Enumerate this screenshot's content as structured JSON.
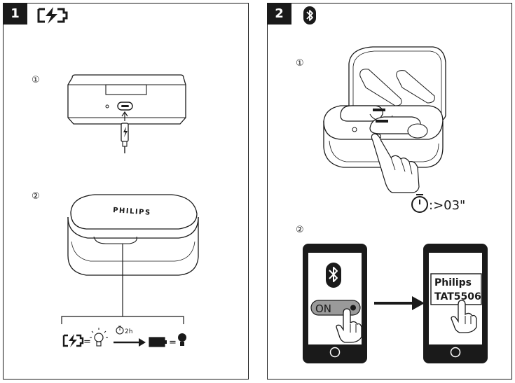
{
  "panel1": {
    "step_number": "1",
    "header_icon": "battery-charging-icon",
    "sub1_marker": "①",
    "sub2_marker": "②",
    "brand": "PHILIPS",
    "duration_label": "2h",
    "equals_sign": "="
  },
  "panel2": {
    "step_number": "2",
    "header_icon": "bluetooth-icon",
    "sub1_marker": "①",
    "sub2_marker": "②",
    "hold_time": ":>03\"",
    "toggle_label": "ON",
    "device_name_line1": "Philips",
    "device_name_line2": "TAT5506"
  },
  "colors": {
    "ink": "#1a1a1a",
    "toggle_fill": "#9a9a9a",
    "paper": "#ffffff"
  }
}
